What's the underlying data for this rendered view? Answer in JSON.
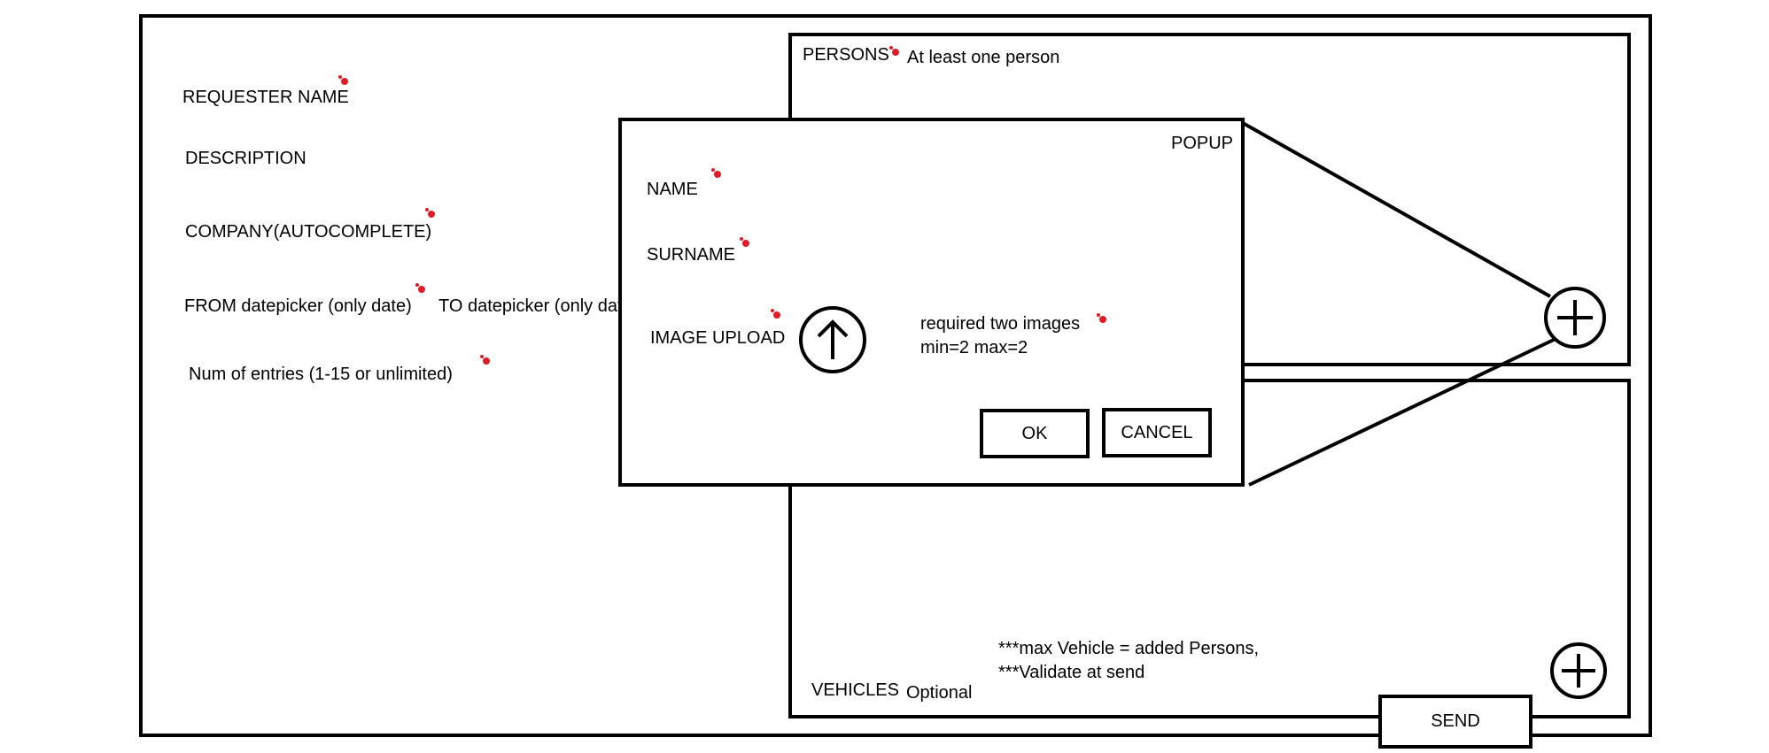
{
  "form": {
    "requester_name": "REQUESTER NAME",
    "description": "DESCRIPTION",
    "company": "COMPANY(AUTOCOMPLETE)",
    "from_date": "FROM datepicker (only date)",
    "to_date": "TO datepicker (only date)",
    "num_entries": "Num of entries (1-15 or unlimited)"
  },
  "persons": {
    "title": "PERSONS",
    "note": "At least one person"
  },
  "popup": {
    "title": "POPUP",
    "name": "NAME",
    "surname": "SURNAME",
    "image_upload": "IMAGE UPLOAD",
    "image_note_line1": "required two images",
    "image_note_line2": "min=2 max=2",
    "ok": "OK",
    "cancel": "CANCEL"
  },
  "vehicles": {
    "title": "VEHICLES",
    "note": "Optional",
    "rule1": "***max Vehicle = added Persons,",
    "rule2": "***Validate at send"
  },
  "send": "SEND",
  "icons": {
    "required_marker": "required-dot-icon",
    "add": "plus-circle-icon",
    "upload": "upload-arrow-icon"
  },
  "colors": {
    "line": "#000000",
    "required_marker": "#e01b24"
  }
}
